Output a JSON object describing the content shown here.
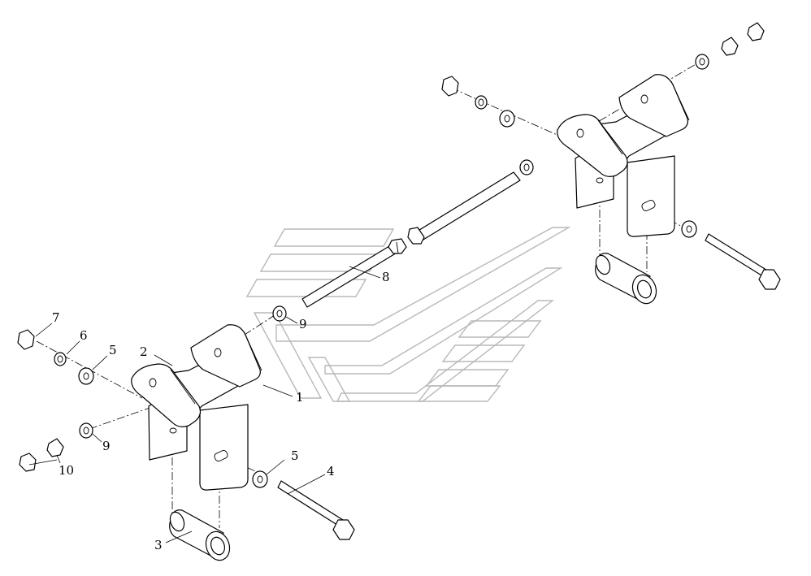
{
  "callouts": {
    "c1": "1",
    "c2": "2",
    "c3": "3",
    "c4": "4",
    "c5a": "5",
    "c5b": "5",
    "c6": "6",
    "c7": "7",
    "c8": "8",
    "c9a": "9",
    "c9b": "9",
    "c10": "10"
  }
}
